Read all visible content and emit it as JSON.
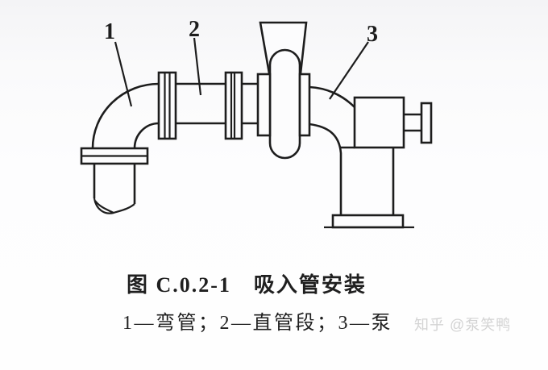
{
  "figure": {
    "part_labels": [
      {
        "number": "1",
        "meaning": "弯管"
      },
      {
        "number": "2",
        "meaning": "直管段"
      },
      {
        "number": "3",
        "meaning": "泵"
      }
    ],
    "caption": "图 C.0.2-1　吸入管安装",
    "legend": "1—弯管；2—直管段；3—泵"
  },
  "watermark": {
    "text": "知乎 @泵笑鸭"
  },
  "colors": {
    "line": "#1d1d1d",
    "watermark": "#d3d3d3",
    "background": "#fafafb"
  }
}
